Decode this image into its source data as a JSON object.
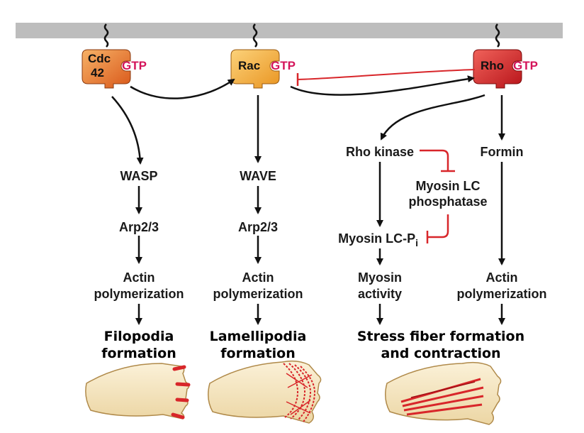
{
  "proteins": {
    "cdc42_line1": "Cdc",
    "cdc42_line2": "42",
    "rac": "Rac",
    "rho": "Rho",
    "gtp": "GTP"
  },
  "pathway_cdc42": {
    "step1": "WASP",
    "step2": "Arp2/3",
    "step3_line1": "Actin",
    "step3_line2": "polymerization",
    "outcome_line1": "Filopodia",
    "outcome_line2": "formation"
  },
  "pathway_rac": {
    "step1": "WAVE",
    "step2": "Arp2/3",
    "step3_line1": "Actin",
    "step3_line2": "polymerization",
    "outcome_line1": "Lamellipodia",
    "outcome_line2": "formation"
  },
  "pathway_rho": {
    "kinase": "Rho kinase",
    "phosphatase_line1": "Myosin LC",
    "phosphatase_line2": "phosphatase",
    "myosin_lc": "Myosin LC-P",
    "myosin_lc_sub": "i",
    "myosin_activity_line1": "Myosin",
    "myosin_activity_line2": "activity",
    "formin": "Formin",
    "actin_line1": "Actin",
    "actin_line2": "polymerization",
    "outcome_line1": "Stress fiber formation",
    "outcome_line2": "and contraction"
  },
  "colors": {
    "membrane": "#bdbdbd",
    "cdc42": "#e8732a",
    "rac": "#f0a830",
    "rho": "#d8262a",
    "gtp_text": "#d4145a",
    "inhibit": "#d8262a",
    "cell": "#f5e3b8",
    "filament": "#d8262a"
  }
}
